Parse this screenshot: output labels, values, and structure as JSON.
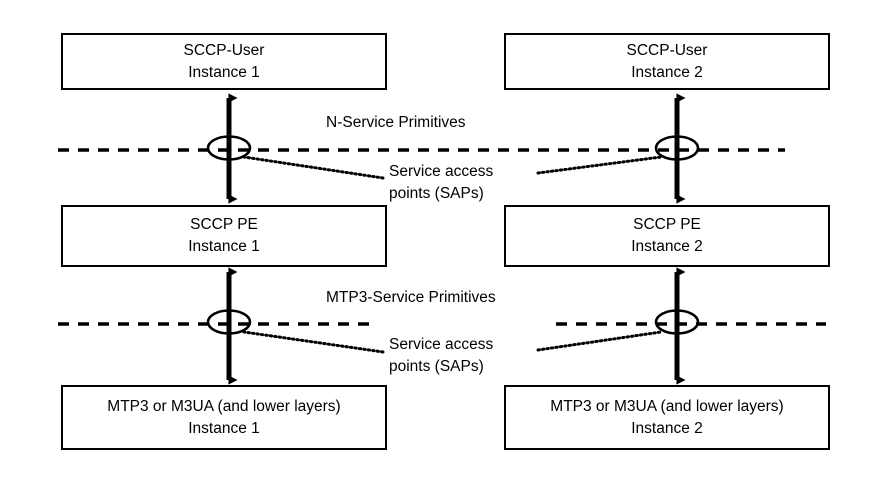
{
  "diagram": {
    "title": "SCCP layering / SAP diagram",
    "background_color": "#ffffff",
    "stroke_color": "#000000",
    "nodes": [
      {
        "id": "sccp-user-1",
        "line1": "SCCP-User",
        "line2": "Instance 1"
      },
      {
        "id": "sccp-user-2",
        "line1": "SCCP-User",
        "line2": "Instance 2"
      },
      {
        "id": "sccp-pe-1",
        "line1": "SCCP PE",
        "line2": "Instance 1"
      },
      {
        "id": "sccp-pe-2",
        "line1": "SCCP PE",
        "line2": "Instance 2"
      },
      {
        "id": "mtp3-1",
        "line1": "MTP3 or M3UA (and lower layers)",
        "line2": "Instance 1"
      },
      {
        "id": "mtp3-2",
        "line1": "MTP3 or M3UA (and lower layers)",
        "line2": "Instance 2"
      }
    ],
    "labels": {
      "n_service_primitives": "N-Service Primitives",
      "mtp3_service_primitives": "MTP3-Service Primitives",
      "sap_upper_line1": "Service access",
      "sap_upper_line2": "points (SAPs)",
      "sap_lower_line1": "Service access",
      "sap_lower_line2": "points (SAPs)"
    }
  }
}
